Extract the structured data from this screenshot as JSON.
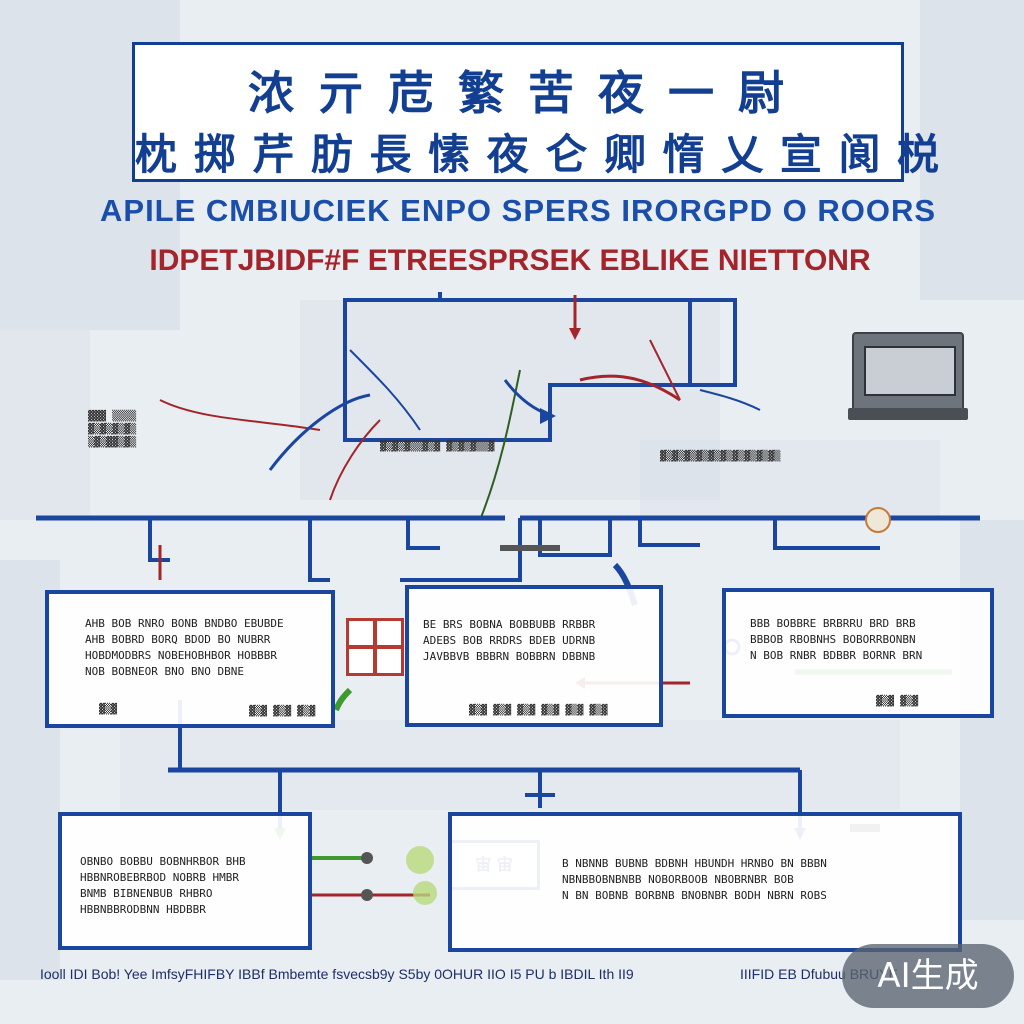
{
  "title": {
    "line1": "浓 亓 苊    繁 苦 夜 一 尉",
    "line2": "枕 掷 芹 肪 長 愫 夜 仑 卿 惰 乂 宣 阆 棁"
  },
  "subtitle": "APILE CMBIUCIEK ENPO SPERS IRORGPD O ROORS",
  "subtitle2": "IDPETJBIDF#F ETREESPRSEK EBLIKE NIETTONR",
  "colors": {
    "primary": "#1b46a0",
    "accent_red": "#a3242a",
    "accent_green": "#3c9a2e"
  },
  "icons": {
    "device": "monitor-icon",
    "window": "window-icon",
    "connector": "plug-icon"
  },
  "top_left_labels": "▓▓▓ ▒▒▒▒\n▓▒▓▒▓▒▓▒\n▒▓▒▓▓▒▓▒",
  "top_mid_labels": "▓▒▓▒▓▒▒▓▒▓ ▓▒▓▒▓▒▒▓",
  "top_right_labels": "▓▒▓▒▓▒▓▒▓▒▓▒▓▒▓▒▓▒▓▒",
  "box_left": {
    "text": "AHB BOB RNRO BONB BNDBO EBUBDE\nAHB BOBRD BORQ BDOD BO NUBRR\nHOBDMODBRS NOBEHOBHBOR HOBBBR\nNOB BOBNEOR BNO BNO DBNE",
    "caption": "▓▒▓"
  },
  "box_mid": {
    "text": "BE BRS BOBNA BOBBUBB RRBBR\nADEBS BOB RRDRS BDEB UDRNB\nJAVBBVB BBBRN BOBBRN DBBNB",
    "caption": "▓▒▓  ▓▒▓  ▓▒▓  ▓▒▓  ▓▒▓  ▓▒▓"
  },
  "box_right": {
    "text": "BBB BOBBRE BRBRRU BRD BRB\nBBBOB RBOBNHS BOBORRBONBN\nN BOB RNBR BDBBR BORNR BRN",
    "caption": "▓▒▓  ▓▒▓"
  },
  "box_left_caption2": "▓▒▓ ▓▒▓ ▓▒▓",
  "box_bottom_left": {
    "text": "OBNBO BOBBU BOBNHRBOR BHB\nHBBNROBEBRBOD NOBRB HMBR\nBNMB BIBNENBUB RHBRO\nHBBNBBRODBNN HBDBBR"
  },
  "box_bottom_right": {
    "text": "B NBNNB BUBNB BDBNH HBUNDH HRNBO BN BBBN\nNBNBBOBNBNBB NOBORBOOB NBOBRNBR BOB\nN BN BOBNB BORBNB BNOBNBR BODH NBRN ROBS"
  },
  "chip_left": "宙  宙",
  "footer_left": "Iooll IDI Bob! Yee ImfsyFHIFBY IBBf Bmbemte fsvecsb9y S5by 0OHUR IIO I5 PU b IBDIL Ith II9",
  "footer_right": "IIIFID EB Dfubuu BRUYE",
  "watermark": "AI生成"
}
